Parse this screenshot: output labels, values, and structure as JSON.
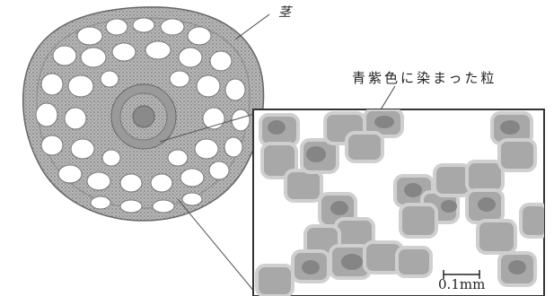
{
  "figure": {
    "label_stem": "茎",
    "label_stained_grains": "青紫色に染まった粒",
    "scale_bar_label": "0.1mm"
  },
  "colors": {
    "tissue": "#a9a9a9",
    "grain": "#8f8f8f",
    "cell_wall": "#d6d6d6",
    "line": "#444444"
  }
}
